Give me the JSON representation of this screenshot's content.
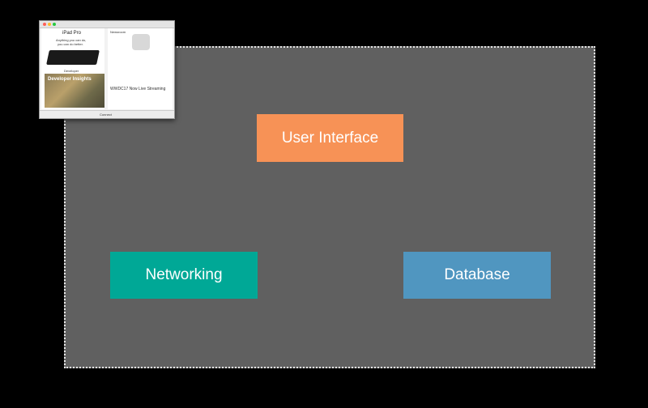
{
  "diagram": {
    "boxes": [
      {
        "id": "ui",
        "label": "User Interface",
        "color": "#f79256"
      },
      {
        "id": "net",
        "label": "Networking",
        "color": "#00a896"
      },
      {
        "id": "db",
        "label": "Database",
        "color": "#5096c0"
      }
    ]
  },
  "thumbnail": {
    "left": {
      "title": "iPad Pro",
      "subtitle_1": "Anything you can do,",
      "subtitle_2": "you can do better.",
      "dev_section": "Developer",
      "dev_overlay": "Developer Insights"
    },
    "right": {
      "news_label": "Newsroom",
      "news_title": "WWDC17 Now Live Streaming"
    },
    "bottom_label": "Connect",
    "traffic_colors": [
      "#ff5f57",
      "#febc2e",
      "#28c840"
    ]
  }
}
